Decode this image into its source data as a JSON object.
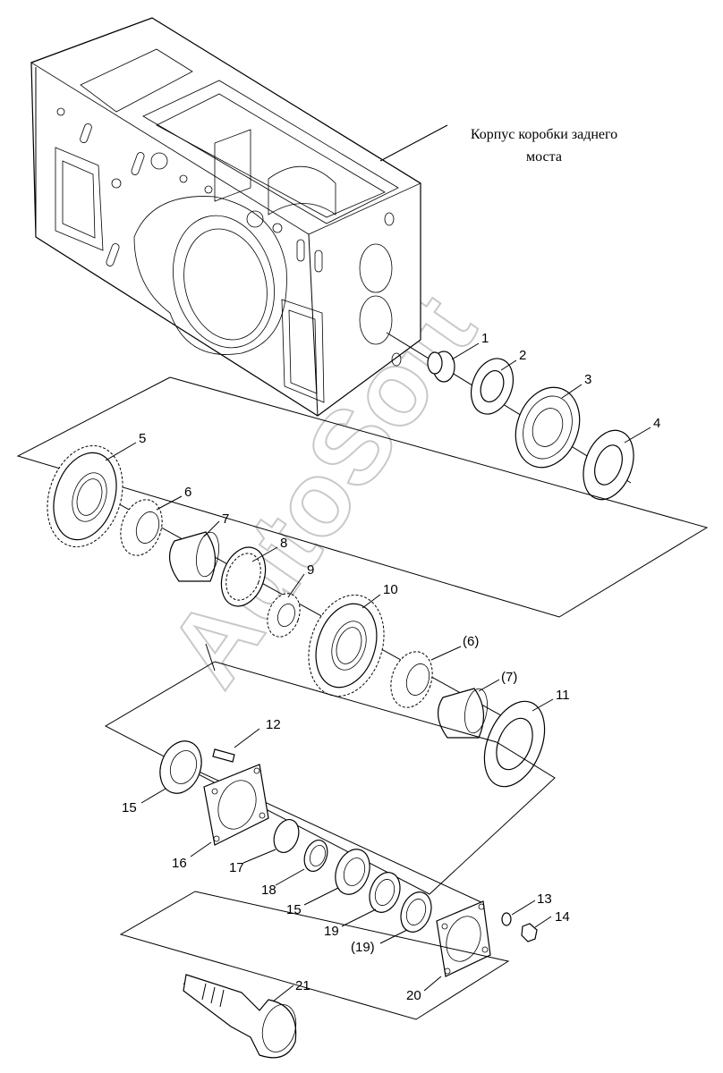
{
  "caption": {
    "line1": "Корпус коробки заднего",
    "line2": "моста"
  },
  "watermark": "AutoSoft",
  "callouts": [
    {
      "id": "c1",
      "text": "1"
    },
    {
      "id": "c2",
      "text": "2"
    },
    {
      "id": "c3",
      "text": "3"
    },
    {
      "id": "c4",
      "text": "4"
    },
    {
      "id": "c5",
      "text": "5"
    },
    {
      "id": "c6",
      "text": "6"
    },
    {
      "id": "c7",
      "text": "7"
    },
    {
      "id": "c8",
      "text": "8"
    },
    {
      "id": "c9",
      "text": "9"
    },
    {
      "id": "c10",
      "text": "10"
    },
    {
      "id": "c6b",
      "text": "(6)"
    },
    {
      "id": "c7b",
      "text": "(7)"
    },
    {
      "id": "c11",
      "text": "11"
    },
    {
      "id": "c12",
      "text": "12"
    },
    {
      "id": "c15",
      "text": "15"
    },
    {
      "id": "c16",
      "text": "16"
    },
    {
      "id": "c17",
      "text": "17"
    },
    {
      "id": "c18",
      "text": "18"
    },
    {
      "id": "c15b",
      "text": "15"
    },
    {
      "id": "c19",
      "text": "19"
    },
    {
      "id": "c19b",
      "text": "(19)"
    },
    {
      "id": "c13",
      "text": "13"
    },
    {
      "id": "c14",
      "text": "14"
    },
    {
      "id": "c20",
      "text": "20"
    },
    {
      "id": "c21",
      "text": "21"
    }
  ]
}
